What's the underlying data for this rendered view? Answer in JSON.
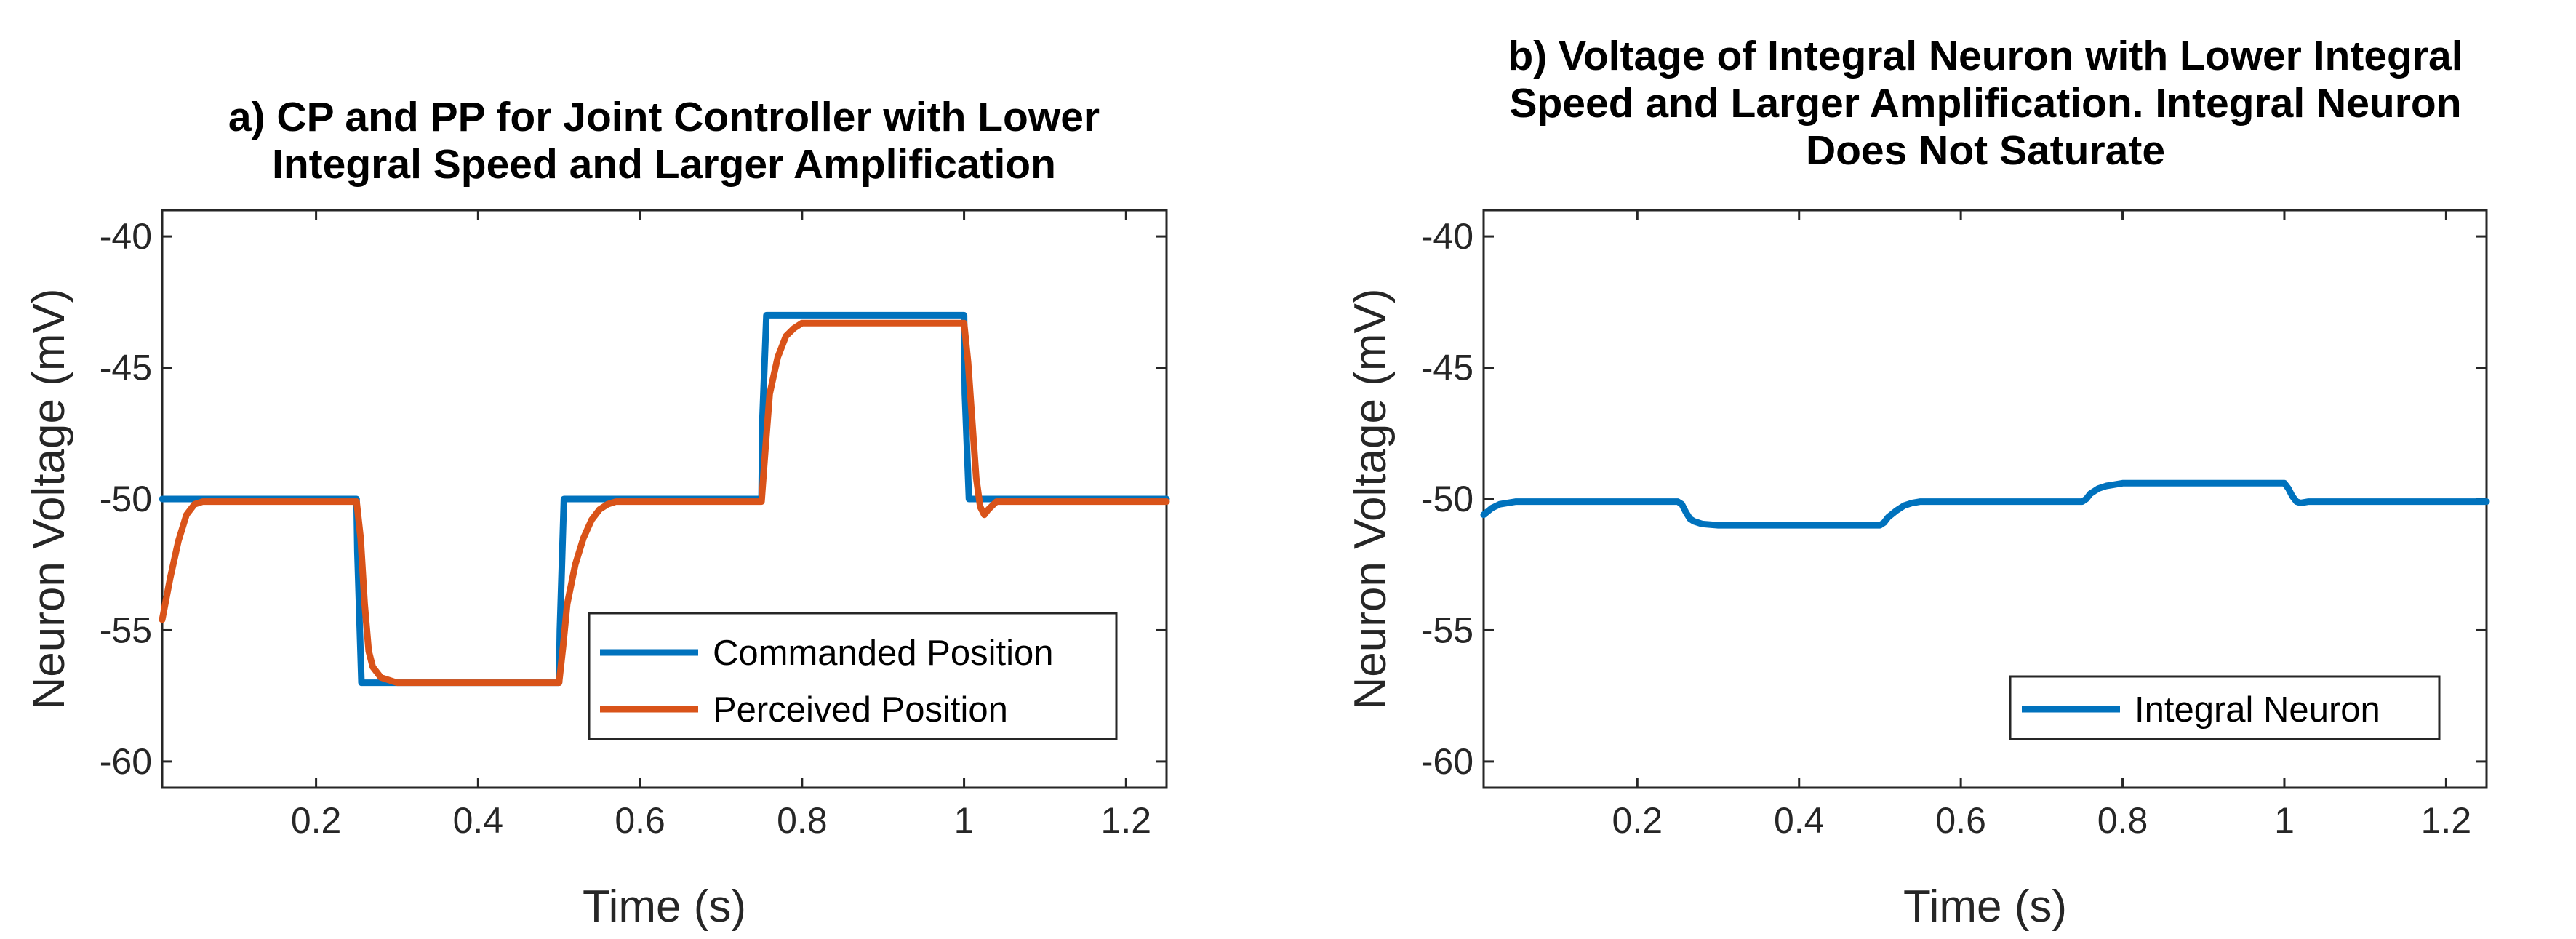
{
  "colors": {
    "commanded": "#0072BD",
    "perceived": "#D95319",
    "integral": "#0072BD",
    "axis": "#262626"
  },
  "chart_data": [
    {
      "type": "line",
      "title": [
        "a) CP and PP for Joint Controller with Lower",
        "Integral Speed and Larger Amplification"
      ],
      "xlabel": "Time (s)",
      "ylabel": "Neuron Voltage (mV)",
      "xlim": [
        0.01,
        1.25
      ],
      "ylim": [
        -61,
        -39
      ],
      "xticks": [
        0.2,
        0.4,
        0.6,
        0.8,
        1,
        1.2
      ],
      "xtick_labels": [
        "0.2",
        "0.4",
        "0.6",
        "0.8",
        "1",
        "1.2"
      ],
      "yticks": [
        -40,
        -45,
        -50,
        -55,
        -60
      ],
      "ytick_labels": [
        "-40",
        "-45",
        "-50",
        "-55",
        "-60"
      ],
      "grid": false,
      "legend_position": "bottom-right",
      "series": [
        {
          "name": "Commanded Position",
          "color_key": "commanded",
          "x": [
            0.01,
            0.25,
            0.251,
            0.256,
            0.5,
            0.501,
            0.506,
            0.75,
            0.751,
            0.756,
            1.0,
            1.001,
            1.006,
            1.25
          ],
          "y": [
            -50,
            -50,
            -52,
            -57,
            -57,
            -55,
            -50,
            -50,
            -47,
            -43,
            -43,
            -46,
            -50,
            -50
          ]
        },
        {
          "name": "Perceived Position",
          "color_key": "perceived",
          "x": [
            0.01,
            0.02,
            0.03,
            0.04,
            0.05,
            0.06,
            0.08,
            0.25,
            0.255,
            0.26,
            0.265,
            0.27,
            0.28,
            0.3,
            0.32,
            0.5,
            0.505,
            0.51,
            0.52,
            0.53,
            0.54,
            0.55,
            0.56,
            0.57,
            0.75,
            0.755,
            0.76,
            0.77,
            0.78,
            0.79,
            0.8,
            0.82,
            0.84,
            1.0,
            1.005,
            1.01,
            1.015,
            1.02,
            1.025,
            1.03,
            1.04,
            1.05,
            1.25
          ],
          "y": [
            -54.6,
            -53.0,
            -51.6,
            -50.6,
            -50.2,
            -50.1,
            -50.1,
            -50.1,
            -51.5,
            -54.0,
            -55.8,
            -56.4,
            -56.8,
            -57.0,
            -57.0,
            -57.0,
            -55.6,
            -54.0,
            -52.5,
            -51.5,
            -50.8,
            -50.4,
            -50.2,
            -50.1,
            -50.1,
            -48.0,
            -46.0,
            -44.6,
            -43.8,
            -43.5,
            -43.3,
            -43.3,
            -43.3,
            -43.3,
            -44.8,
            -47.0,
            -49.2,
            -50.3,
            -50.6,
            -50.4,
            -50.1,
            -50.1,
            -50.1
          ]
        }
      ]
    },
    {
      "type": "line",
      "title": [
        "b) Voltage of Integral Neuron with Lower Integral",
        "Speed and Larger Amplification. Integral Neuron",
        "Does Not Saturate"
      ],
      "xlabel": "Time (s)",
      "ylabel": "Neuron Voltage (mV)",
      "xlim": [
        0.01,
        1.25
      ],
      "ylim": [
        -61,
        -39
      ],
      "xticks": [
        0.2,
        0.4,
        0.6,
        0.8,
        1,
        1.2
      ],
      "xtick_labels": [
        "0.2",
        "0.4",
        "0.6",
        "0.8",
        "1",
        "1.2"
      ],
      "yticks": [
        -40,
        -45,
        -50,
        -55,
        -60
      ],
      "ytick_labels": [
        "-40",
        "-45",
        "-50",
        "-55",
        "-60"
      ],
      "grid": false,
      "legend_position": "bottom-right",
      "series": [
        {
          "name": "Integral Neuron",
          "color_key": "integral",
          "x": [
            0.01,
            0.02,
            0.03,
            0.05,
            0.25,
            0.255,
            0.26,
            0.265,
            0.27,
            0.28,
            0.3,
            0.32,
            0.5,
            0.505,
            0.51,
            0.52,
            0.53,
            0.54,
            0.55,
            0.56,
            0.75,
            0.755,
            0.76,
            0.77,
            0.78,
            0.79,
            0.8,
            0.82,
            1.0,
            1.005,
            1.01,
            1.015,
            1.02,
            1.03,
            1.05,
            1.25
          ],
          "y": [
            -50.6,
            -50.35,
            -50.2,
            -50.1,
            -50.1,
            -50.2,
            -50.5,
            -50.75,
            -50.85,
            -50.95,
            -51.0,
            -51.0,
            -51.0,
            -50.9,
            -50.7,
            -50.45,
            -50.25,
            -50.15,
            -50.1,
            -50.1,
            -50.1,
            -50.0,
            -49.8,
            -49.6,
            -49.5,
            -49.45,
            -49.4,
            -49.4,
            -49.4,
            -49.6,
            -49.9,
            -50.1,
            -50.15,
            -50.1,
            -50.1,
            -50.1
          ]
        }
      ]
    }
  ]
}
